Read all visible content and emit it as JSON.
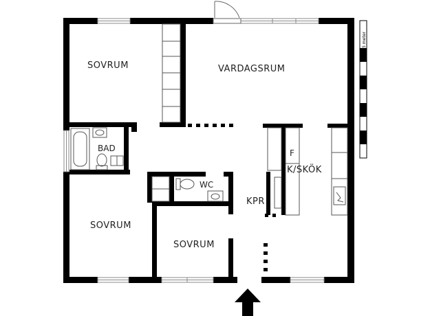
{
  "rooms": {
    "bedroom_top_left": "SOVRUM",
    "living_room": "VARDAGSRUM",
    "bathroom": "BAD",
    "wc": "WC",
    "hall": "KPR",
    "freezer": "F",
    "kitchen": "K/SKÖK",
    "bedroom_bottom_left": "SOVRUM",
    "bedroom_bottom_middle": "SOVRUM"
  },
  "scale_bar": {
    "label": "5 meter"
  },
  "colors": {
    "wall": "#000000",
    "fixture": "#555555",
    "window": "#888888",
    "background": "#ffffff"
  },
  "icons": {
    "entrance": "arrow-up-icon",
    "bathtub": "bathtub-icon",
    "toilet": "toilet-icon",
    "sink": "sink-icon",
    "stove": "stove-icon"
  }
}
